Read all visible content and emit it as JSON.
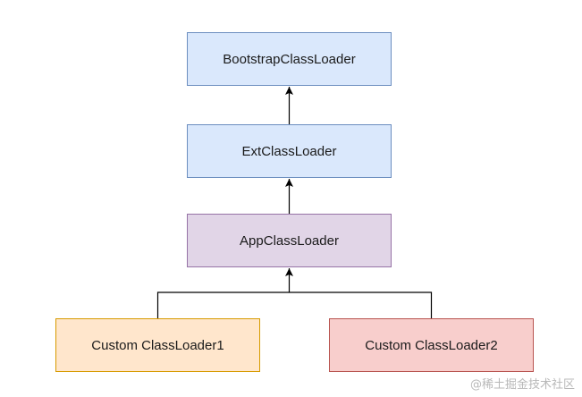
{
  "diagram": {
    "nodes": {
      "bootstrap": {
        "label": "BootstrapClassLoader",
        "fill": "#dae8fc",
        "stroke": "#6c8ebf"
      },
      "ext": {
        "label": "ExtClassLoader",
        "fill": "#dae8fc",
        "stroke": "#6c8ebf"
      },
      "app": {
        "label": "AppClassLoader",
        "fill": "#e1d5e7",
        "stroke": "#9673a6"
      },
      "custom1": {
        "label": "Custom ClassLoader1",
        "fill": "#ffe6cc",
        "stroke": "#d79b00"
      },
      "custom2": {
        "label": "Custom ClassLoader2",
        "fill": "#f8cecc",
        "stroke": "#b85450"
      }
    },
    "edges": [
      {
        "from": "ext",
        "to": "bootstrap"
      },
      {
        "from": "app",
        "to": "ext"
      },
      {
        "from": "custom1",
        "to": "app"
      },
      {
        "from": "custom2",
        "to": "app"
      }
    ]
  },
  "watermark": "@稀土掘金技术社区"
}
